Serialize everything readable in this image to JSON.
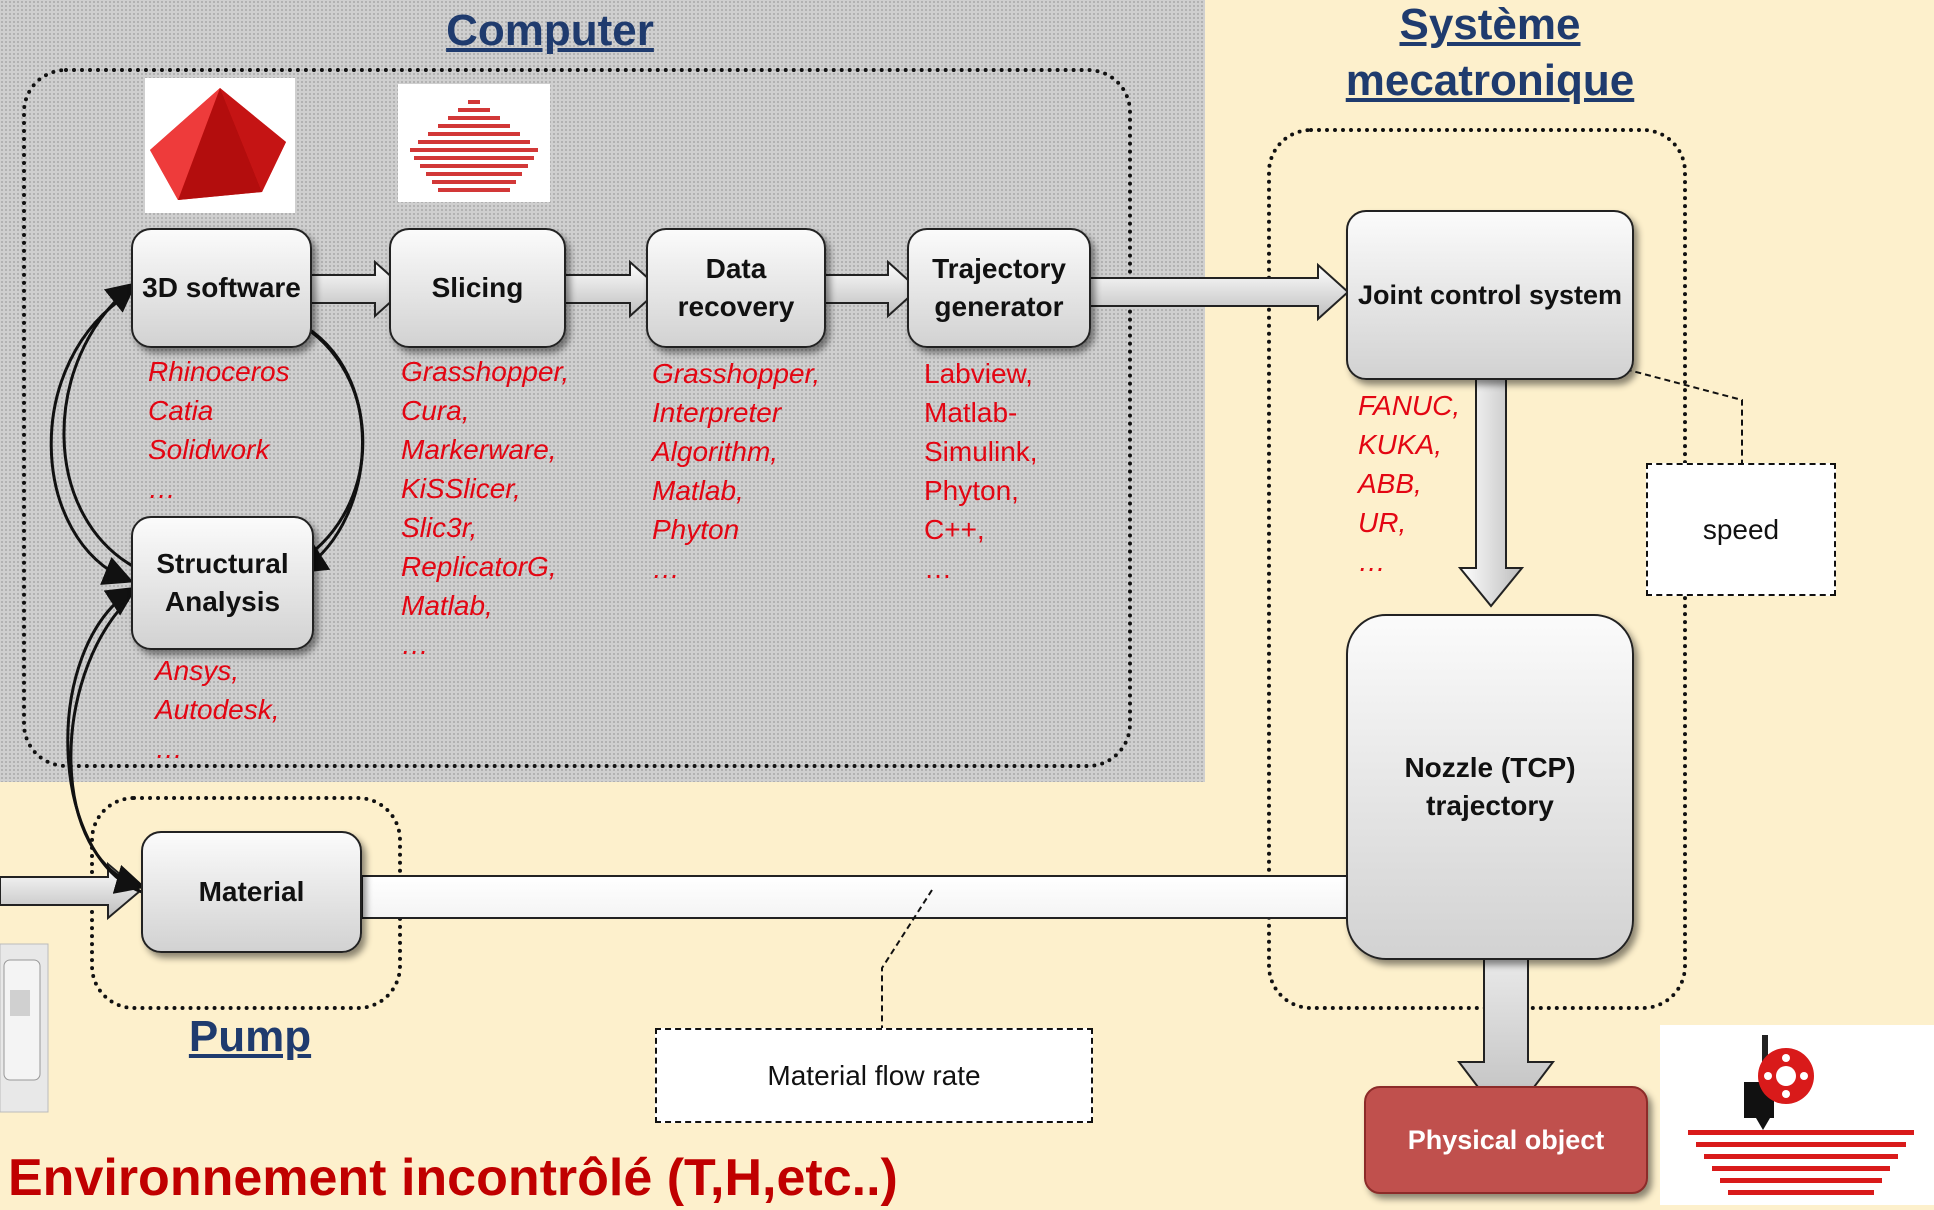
{
  "titles": {
    "computer": "Computer",
    "systeme_line1": "Système",
    "systeme_line2": "mecatronique",
    "pump": "Pump"
  },
  "boxes": {
    "software_3d": "3D software",
    "slicing": "Slicing",
    "data_recovery": "Data\nrecovery",
    "trajectory_generator": "Trajectory\ngenerator",
    "structural_analysis": "Structural\nAnalysis",
    "joint_control": "Joint control system",
    "nozzle": "Nozzle (TCP)\ntrajectory",
    "material": "Material",
    "physical_object": "Physical object"
  },
  "tools": {
    "software_3d": "Rhinoceros\nCatia\nSolidwork\n…",
    "slicing": "Grasshopper,\nCura,\nMarkerware,\nKiSSlicer,\nSlic3r,\nReplicatorG,\nMatlab,\n…",
    "data_recovery": "Grasshopper,\nInterpreter\nAlgorithm,\nMatlab,\nPhyton\n…",
    "trajectory_generator": "Labview,\nMatlab-\nSimulink,\nPhyton,\nC++,\n…",
    "structural_analysis": "Ansys,\nAutodesk,\n…",
    "joint_control": "FANUC,\nKUKA,\nABB,\nUR,\n…"
  },
  "labels": {
    "speed": "speed",
    "material_flow_rate": "Material flow rate",
    "environment": "Environnement incontrôlé (T,H,etc..)"
  },
  "colors": {
    "title_blue": "#1f3b6e",
    "tool_red": "#e30613",
    "environment_red": "#c00000",
    "physical_object_fill": "#c0504d"
  }
}
